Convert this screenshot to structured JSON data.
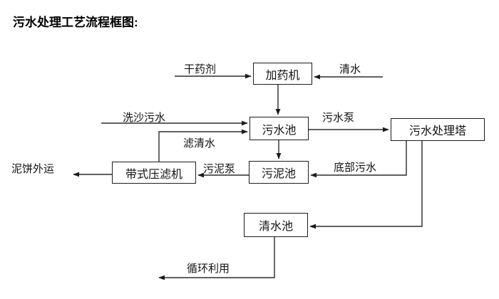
{
  "title": "污水处理工艺流程框图:",
  "nodes": {
    "dosing_machine": {
      "label": "加药机"
    },
    "sewage_pool": {
      "label": "污水池"
    },
    "treatment_tower": {
      "label": "污水处理塔"
    },
    "sludge_pool": {
      "label": "污泥池"
    },
    "belt_filter_press": {
      "label": "带式压滤机"
    },
    "clean_water_pool": {
      "label": "清水池"
    }
  },
  "edge_labels": {
    "dry_chemical": "干药剂",
    "clean_water_in": "清水",
    "sand_washing_sewage": "洗沙污水",
    "sewage_pump": "污水泵",
    "filtered_water": "滤清水",
    "sludge_pump": "污泥泵",
    "bottom_sewage": "底部污水",
    "mud_cake_out": "泥饼外运",
    "recycling": "循环利用"
  },
  "colors": {
    "background": "#ffffff",
    "line": "#2b2b2b",
    "box_border": "#1c1c1c",
    "text": "#000000"
  }
}
